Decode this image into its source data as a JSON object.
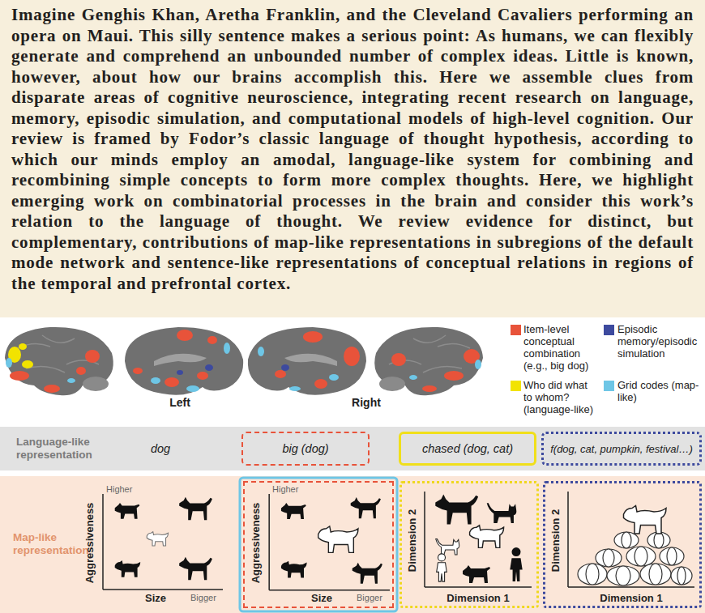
{
  "diagram": {
    "nodes": [
      {
        "text": [
          "Imagine Genghis Khan, Aretha Franklin, and the Cleveland Cavaliers performing an opera on Maui. This silly sentence makes a serious point: As humans, we can flexibly generate and comprehend an unbounded number of complex ideas. Little is known, however, about how our brains accomplish this. Here we assemble clues from disparate areas of cognitive neuroscience, integrating recent research on language, memory, episodic simulation, and computational models of high-level cognition. Our review is framed by Fodor’s classic language of thought hypothesis, according to which our minds employ an amodal, language-like system for combining and recombining simple concepts to form more complex thoughts. Here, we highlight emerging work on combinatorial processes in the brain and consider this work’s relation to the language of thought. We review evidence for distinct, but complementary, contributions of map-like representations in subregions of the default mode network and sentence-like representations of conceptual relations in regions of the temporal and prefrontal cortex."
        ]
      },
      {
        "text": [
          "Language-like representation"
        ]
      },
      {
        "text": [
          "big (dog)"
        ],
        "in": 1
      },
      {
        "text": [
          "chased (dog, cat)"
        ],
        "in": 1
      },
      {
        "text": [
          "f(dog, cat, pumpkin, festival…)"
        ],
        "in": 1
      },
      {
        "text": [
          "Map-like representation"
        ]
      },
      {
        "text": [
          "Higher",
          "Aggressiveness",
          "Size",
          "Bigger"
        ],
        "in": 5
      },
      {
        "text": [
          "Dimension 2",
          "Dimension 1"
        ],
        "in": 5
      },
      {
        "text": [
          "Dimension 2",
          "Dimension 1"
        ],
        "in": 5
      }
    ],
    "labels": [
      "Left",
      "Right",
      "dog",
      "Higher",
      "Aggressiveness",
      "Size",
      "Bigger"
    ],
    "legend": [
      {
        "text": "Item-level conceptual combination (e.g., big dog)",
        "color": "#e8533a"
      },
      {
        "text": "Episodic memory/episodic simulation",
        "color": "#3d4a9e"
      },
      {
        "text": "Who did what to whom? (language-like)",
        "color": "#f2e300"
      },
      {
        "text": "Grid codes (map-like)",
        "color": "#6ec6e6"
      }
    ]
  }
}
